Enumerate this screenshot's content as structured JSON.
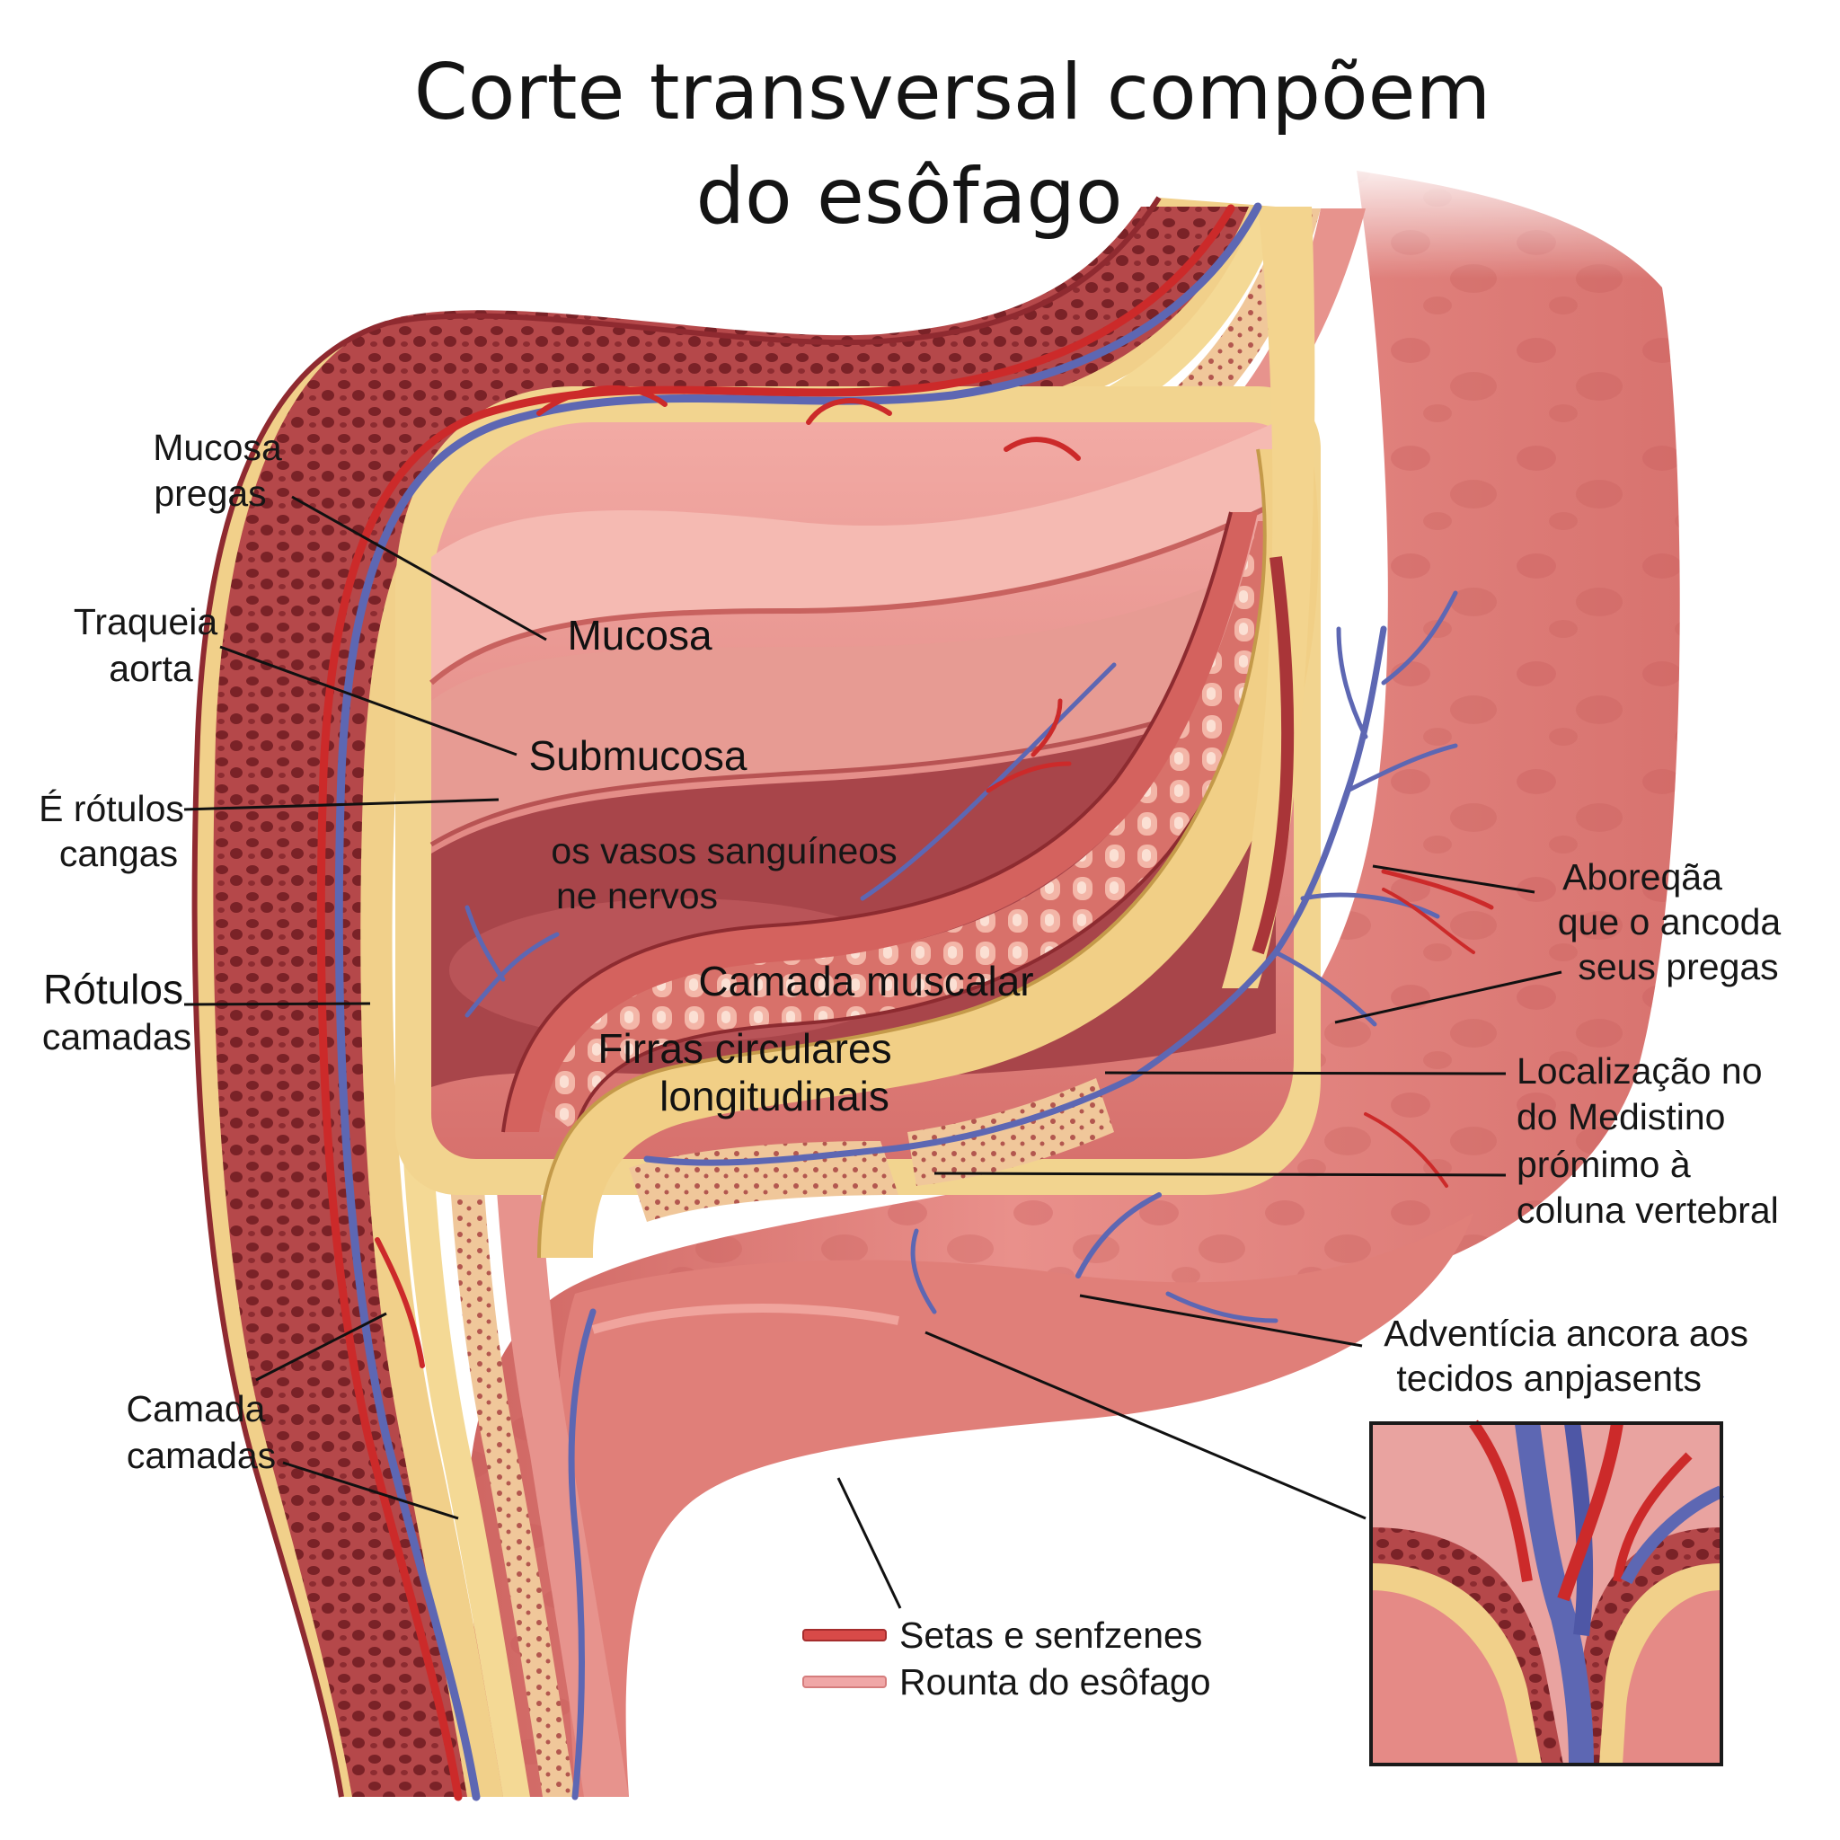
{
  "title": {
    "line1": "Corte transversal compõem",
    "line2": "do esôfago"
  },
  "labels": {
    "mucosa_pregas": [
      "Mucosa",
      "pregas"
    ],
    "traqueia_aorta": [
      "Traqueia",
      "aorta"
    ],
    "e_rotulos": [
      "É rótulos",
      "cangas"
    ],
    "rotulos_camadas": [
      "Rótulos",
      "camadas"
    ],
    "camada_camadas": [
      "Camada",
      "camadas"
    ],
    "mucosa": "Mucosa",
    "submucosa": "Submucosa",
    "vasos": [
      "os vasos sanguíneos",
      "ne nervos"
    ],
    "camada_muscular": "Camada muscalar",
    "fibras": [
      "Firras circulares",
      "longitudinais"
    ],
    "aboreqaa": [
      "Aboreqãa",
      "que o ancoda",
      "seus pregas"
    ],
    "localizacao": [
      "Localização no",
      "do Medistino",
      "prómimo à",
      "coluna vertebral"
    ],
    "adventicia": [
      "Adventícia ancora aos",
      "tecidos anpjasents"
    ]
  },
  "legend": [
    {
      "label": "Setas e senfzenes",
      "color": "#d84a48"
    },
    {
      "label": "Rounta do esôfago",
      "color": "#f0a7a7"
    }
  ],
  "colors": {
    "tissue": "#e58a86",
    "tissue_dark": "#b8403f",
    "wall": "#a53237",
    "yellow": "#f3d58e",
    "vein": "#5d67b3",
    "artery": "#cc2a2a"
  }
}
